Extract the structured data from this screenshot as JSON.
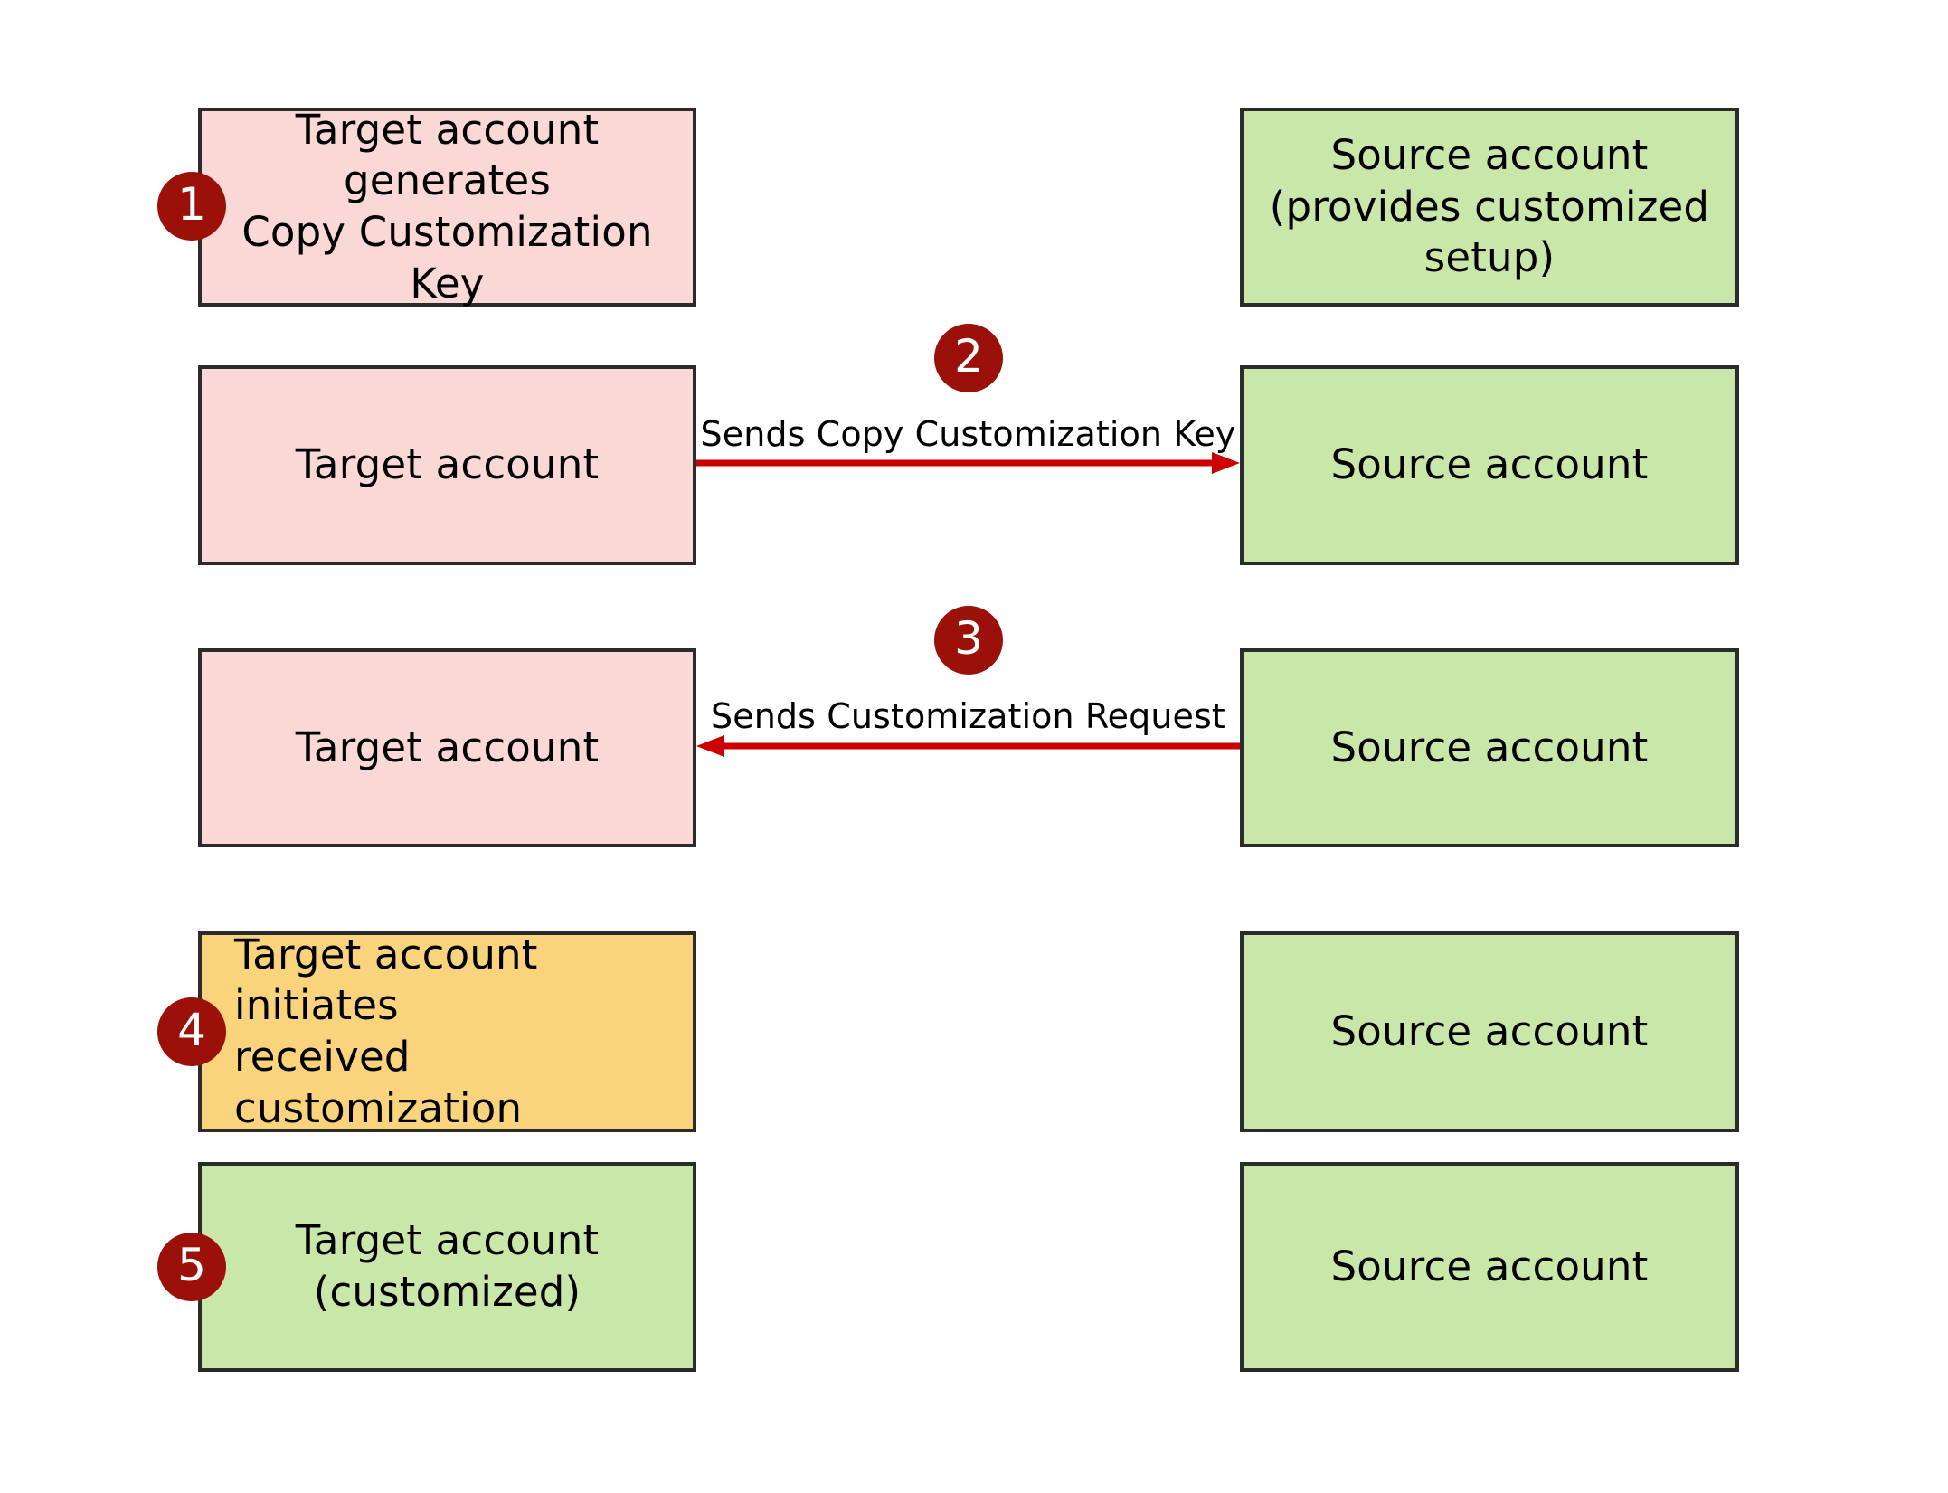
{
  "diagram": {
    "title": "Copy Customization Key flow between target and source accounts",
    "colors": {
      "pink": "#F9D8D6",
      "green": "#C9E7A8",
      "orange": "#FAD47C",
      "border": "#2B2B2B",
      "badge": "#9B1009",
      "arrow": "#CC0000",
      "text": "#000000",
      "background": "#FFFFFF"
    },
    "steps": [
      {
        "badge": "1",
        "left": {
          "label": "Target account\ngenerates\nCopy Customization Key",
          "fill": "pink"
        },
        "right": {
          "label": "Source account\n(provides  customized\nsetup)",
          "fill": "green"
        },
        "connector": null
      },
      {
        "badge": "2",
        "left": {
          "label": "Target account",
          "fill": "pink"
        },
        "right": {
          "label": "Source account",
          "fill": "green"
        },
        "connector": {
          "label": "Sends Copy Customization Key",
          "direction": "left-to-right"
        }
      },
      {
        "badge": "3",
        "left": {
          "label": "Target account",
          "fill": "pink"
        },
        "right": {
          "label": "Source account",
          "fill": "green"
        },
        "connector": {
          "label": "Sends Customization Request",
          "direction": "right-to-left"
        }
      },
      {
        "badge": "4",
        "left": {
          "label": "Target account initiates\nreceived customization",
          "fill": "orange"
        },
        "right": {
          "label": "Source account",
          "fill": "green"
        },
        "connector": null
      },
      {
        "badge": "5",
        "left": {
          "label": "Target account\n(customized)",
          "fill": "green"
        },
        "right": {
          "label": "Source account",
          "fill": "green"
        },
        "connector": null
      }
    ]
  }
}
